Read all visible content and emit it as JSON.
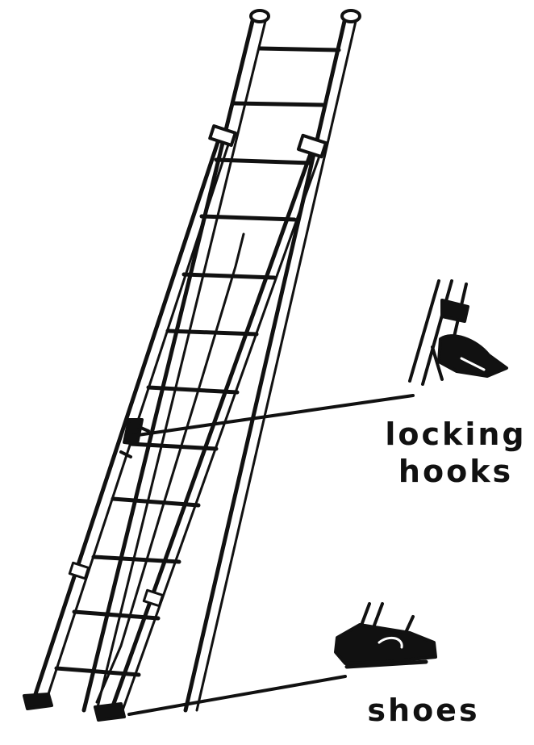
{
  "labels": {
    "locking": "locking",
    "hooks": "hooks",
    "shoes": "shoes"
  },
  "colors": {
    "ink": "#111111",
    "background": "#ffffff"
  }
}
